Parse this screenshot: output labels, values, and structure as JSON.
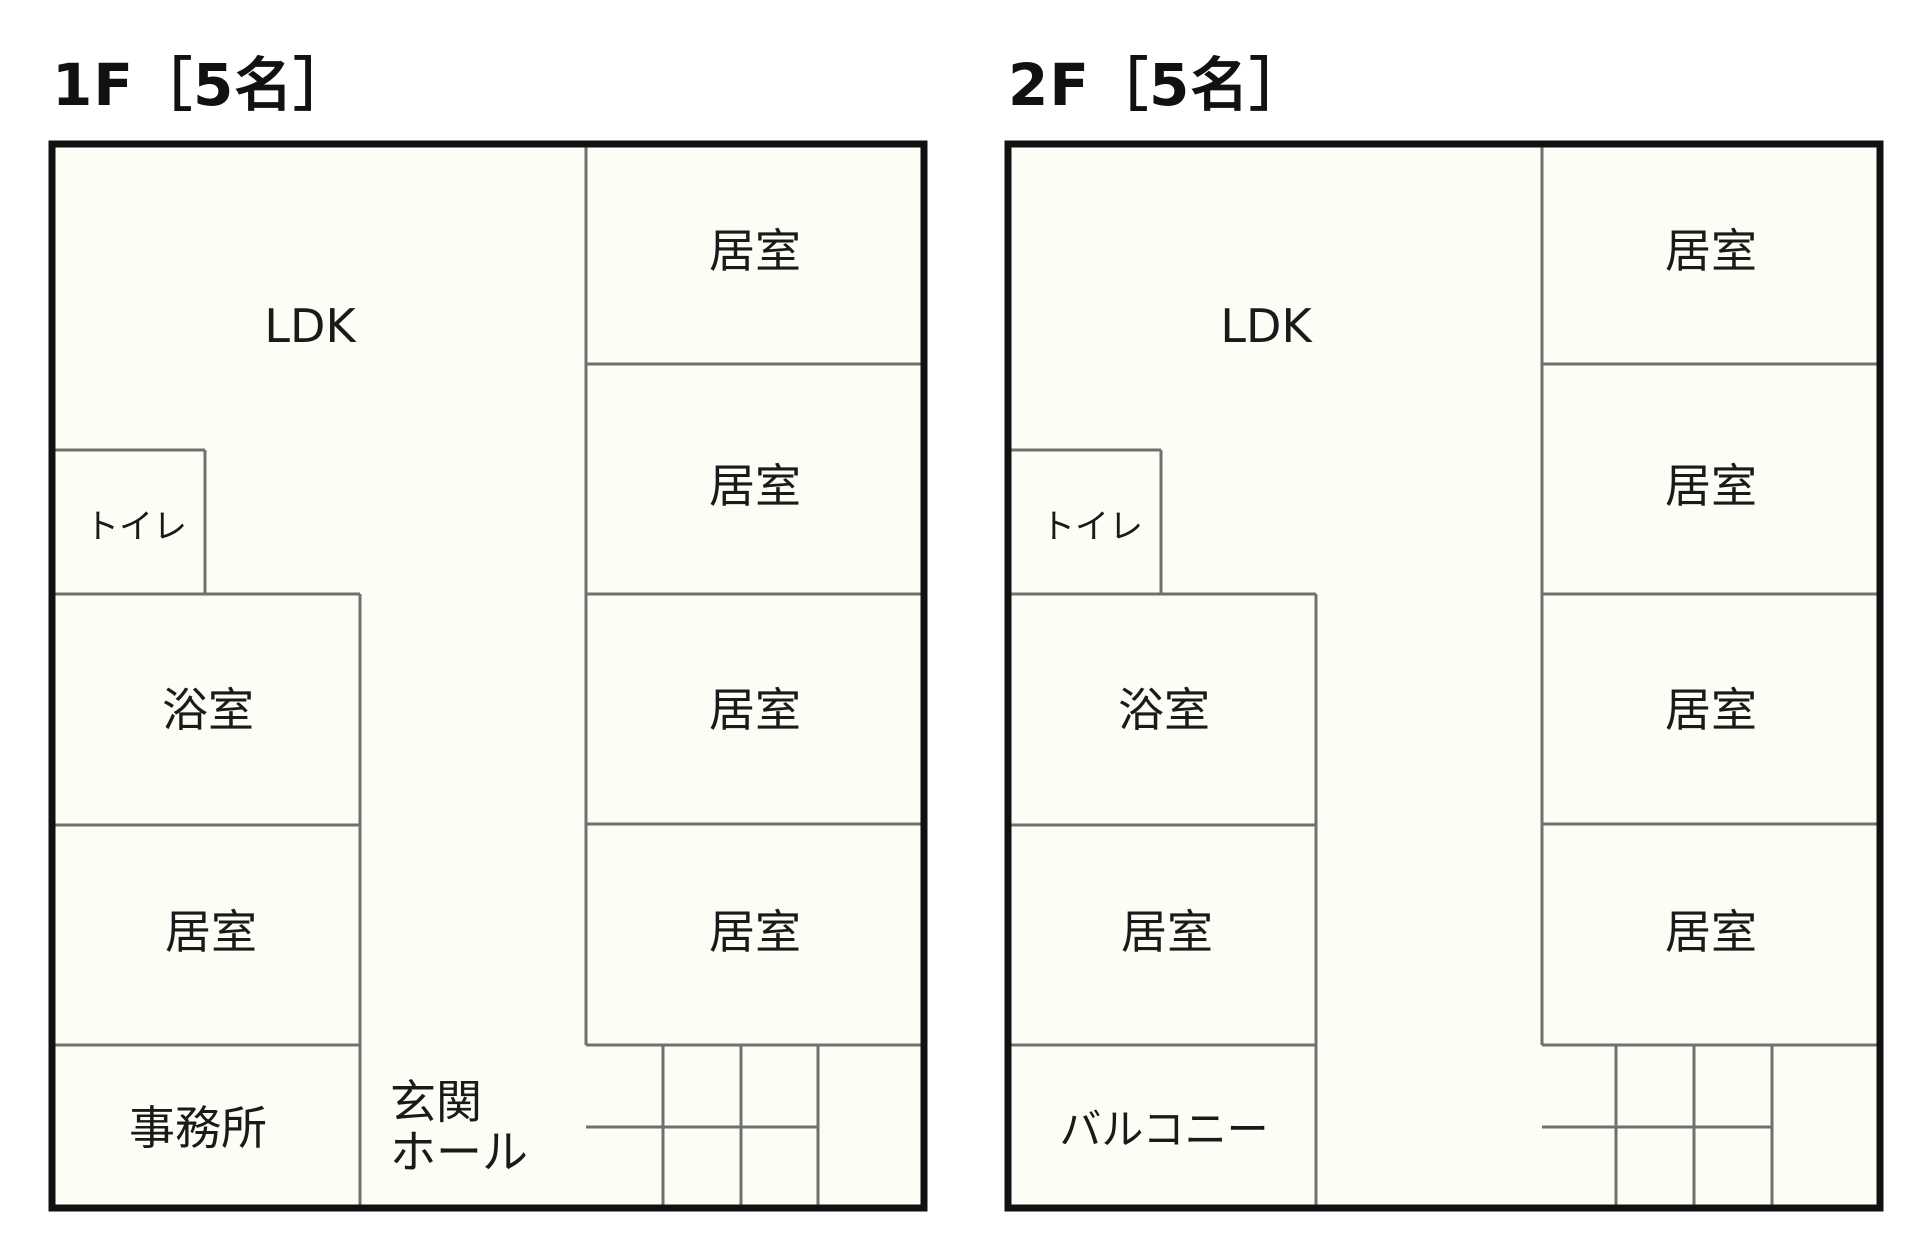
{
  "colors": {
    "floor_fill": "#fdfdf5",
    "outer_wall": "#111111",
    "inner_wall": "#707070"
  },
  "floors": [
    {
      "title": "1F［5名］",
      "rooms": {
        "ldk": "LDK",
        "toilet": "トイレ",
        "bath": "浴室",
        "left_room": "居室",
        "left_bottom": "事務所",
        "entrance_line1": "玄関",
        "entrance_line2": "ホール",
        "right_room_1": "居室",
        "right_room_2": "居室",
        "right_room_3": "居室",
        "right_room_4": "居室"
      }
    },
    {
      "title": "2F［5名］",
      "rooms": {
        "ldk": "LDK",
        "toilet": "トイレ",
        "bath": "浴室",
        "left_room": "居室",
        "left_bottom": "バルコニー",
        "right_room_1": "居室",
        "right_room_2": "居室",
        "right_room_3": "居室",
        "right_room_4": "居室"
      }
    }
  ]
}
